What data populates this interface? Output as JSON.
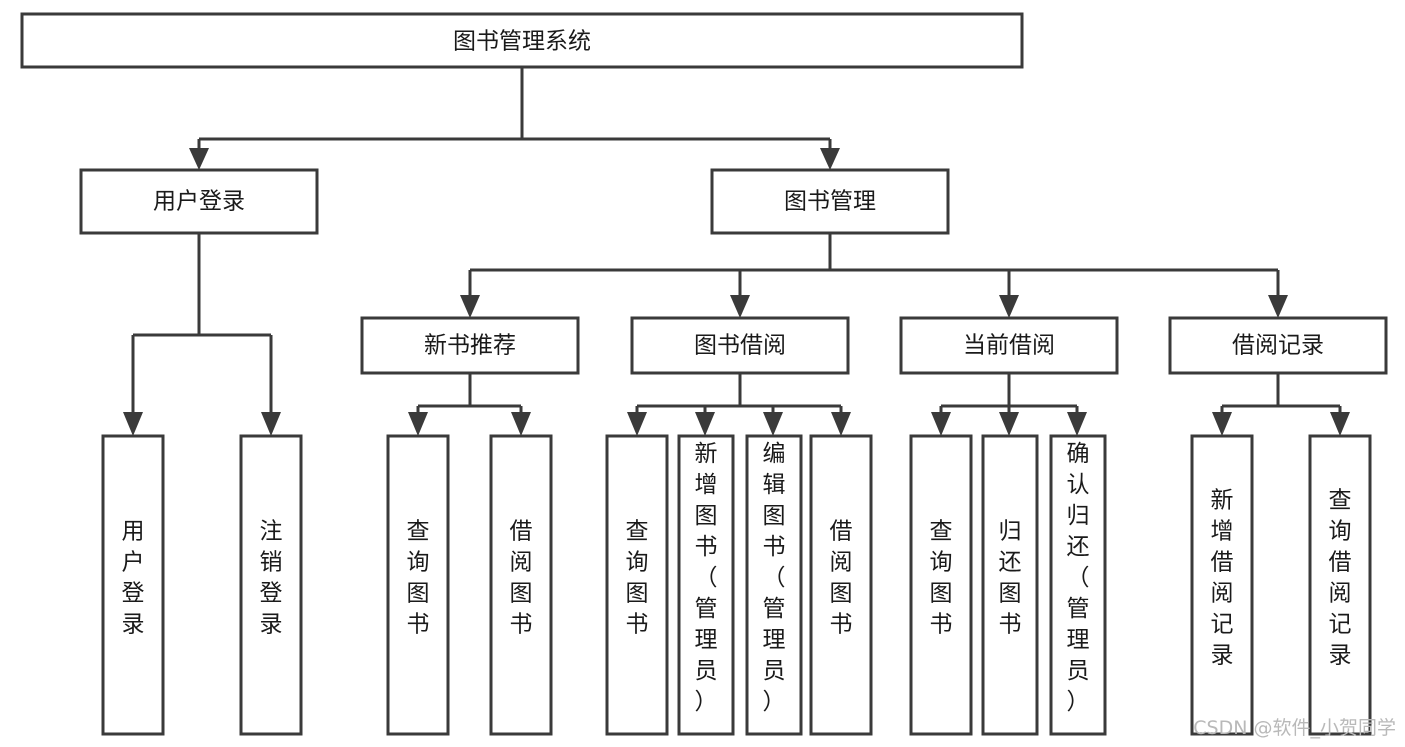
{
  "diagram": {
    "type": "tree",
    "title": "图书管理系统",
    "root": {
      "id": "root",
      "label": "图书管理系统",
      "orientation": "horizontal"
    },
    "level1": [
      {
        "id": "user-login",
        "label": "用户登录",
        "orientation": "horizontal"
      },
      {
        "id": "book-management",
        "label": "图书管理",
        "orientation": "horizontal"
      }
    ],
    "level2": [
      {
        "id": "new-book-recommend",
        "label": "新书推荐",
        "parent": "book-management",
        "orientation": "horizontal"
      },
      {
        "id": "book-borrow",
        "label": "图书借阅",
        "parent": "book-management",
        "orientation": "horizontal"
      },
      {
        "id": "current-borrow",
        "label": "当前借阅",
        "parent": "book-management",
        "orientation": "horizontal"
      },
      {
        "id": "borrow-record",
        "label": "借阅记录",
        "parent": "book-management",
        "orientation": "horizontal"
      }
    ],
    "leaves": [
      {
        "id": "leaf-user-login",
        "label": "用户登录",
        "parent": "user-login",
        "orientation": "vertical"
      },
      {
        "id": "leaf-logout-login",
        "label": "注销登录",
        "parent": "user-login",
        "orientation": "vertical"
      },
      {
        "id": "leaf-query-book-1",
        "label": "查询图书",
        "parent": "new-book-recommend",
        "orientation": "vertical"
      },
      {
        "id": "leaf-borrow-book-1",
        "label": "借阅图书",
        "parent": "new-book-recommend",
        "orientation": "vertical"
      },
      {
        "id": "leaf-query-book-2",
        "label": "查询图书",
        "parent": "book-borrow",
        "orientation": "vertical"
      },
      {
        "id": "leaf-add-book-admin",
        "label": "新增图书（管理员）",
        "parent": "book-borrow",
        "orientation": "vertical"
      },
      {
        "id": "leaf-edit-book-admin",
        "label": "编辑图书（管理员）",
        "parent": "book-borrow",
        "orientation": "vertical"
      },
      {
        "id": "leaf-borrow-book-2",
        "label": "借阅图书",
        "parent": "book-borrow",
        "orientation": "vertical"
      },
      {
        "id": "leaf-query-book-3",
        "label": "查询图书",
        "parent": "current-borrow",
        "orientation": "vertical"
      },
      {
        "id": "leaf-return-book",
        "label": "归还图书",
        "parent": "current-borrow",
        "orientation": "vertical"
      },
      {
        "id": "leaf-confirm-return-admin",
        "label": "确认归还（管理员）",
        "parent": "current-borrow",
        "orientation": "vertical"
      },
      {
        "id": "leaf-add-borrow-record",
        "label": "新增借阅记录",
        "parent": "borrow-record",
        "orientation": "vertical"
      },
      {
        "id": "leaf-query-borrow-record",
        "label": "查询借阅记录",
        "parent": "borrow-record",
        "orientation": "vertical"
      }
    ],
    "watermark": "CSDN @软件_小贺同学",
    "colors": {
      "stroke": "#3a3a3a",
      "fill": "#ffffff",
      "text": "#1a1a1a",
      "watermark": "#b9b9b9",
      "background": "#ffffff"
    }
  }
}
